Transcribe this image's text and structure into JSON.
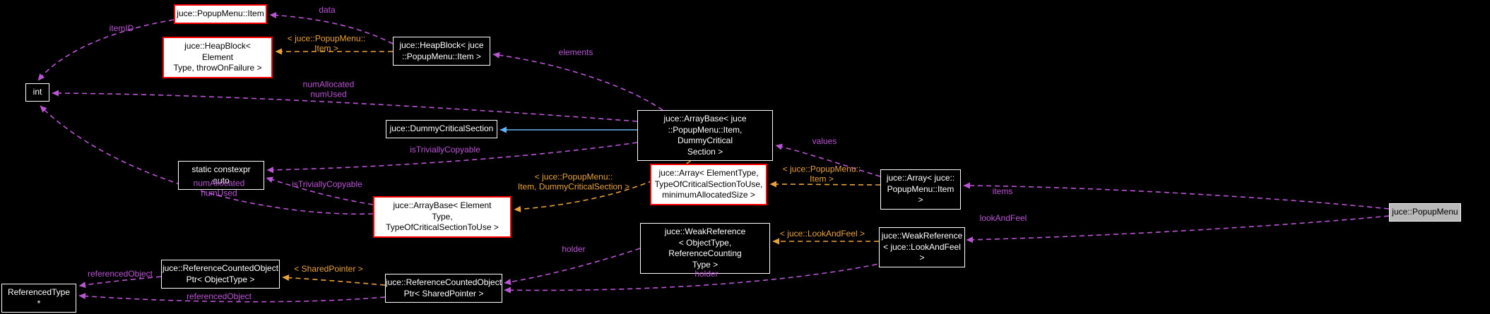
{
  "diagram": {
    "type": "collaboration-graph",
    "colors": {
      "background": "#000000",
      "usage_edge": "#BA55D3",
      "template_edge": "#E8A33D",
      "inheritance_edge": "#63B4F6",
      "node_fill": "#000000",
      "node_text": "#FFFFFF",
      "node_border": "#FFFFFF",
      "truncated_fill": "#FFFFFF",
      "truncated_text": "#000000",
      "truncated_border": "#FF0000",
      "current_fill": "#B9B9B9",
      "current_text": "#000000"
    },
    "nodes": {
      "popupMenuItem": {
        "label": "juce::PopupMenu::Item",
        "style": "truncated"
      },
      "heapBlockTemplate": {
        "label": "juce::HeapBlock< Element\nType, throwOnFailure >",
        "style": "truncated"
      },
      "intNode": {
        "label": "int",
        "style": "normal"
      },
      "heapBlockItem": {
        "label": "juce::HeapBlock< juce\n::PopupMenu::Item >",
        "style": "normal"
      },
      "dummyCriticalSection": {
        "label": "juce::DummyCriticalSection",
        "style": "normal"
      },
      "staticConstexprAuto": {
        "label": "static constexpr auto",
        "style": "normal"
      },
      "arrayBaseTemplate": {
        "label": "juce::ArrayBase< Element\nType, TypeOfCriticalSectionToUse >",
        "style": "truncated"
      },
      "arrayBaseItem": {
        "label": "juce::ArrayBase< juce\n::PopupMenu::Item, DummyCritical\nSection >",
        "style": "normal"
      },
      "arrayTemplate": {
        "label": "juce::Array< ElementType,\nTypeOfCriticalSectionToUse,\nminimumAllocatedSize >",
        "style": "truncated"
      },
      "weakReferenceTemplate": {
        "label": "juce::WeakReference\n< ObjectType, ReferenceCounting\nType >",
        "style": "normal"
      },
      "arrayItem": {
        "label": "juce::Array< juce::\nPopupMenu::Item >",
        "style": "normal"
      },
      "weakReferenceLookAndFeel": {
        "label": "juce::WeakReference\n< juce::LookAndFeel >",
        "style": "normal"
      },
      "popupMenu": {
        "label": "juce::PopupMenu",
        "style": "current"
      },
      "refCountedPtrObjectType": {
        "label": "juce::ReferenceCountedObject\nPtr< ObjectType >",
        "style": "normal"
      },
      "refCountedPtrSharedPointer": {
        "label": "juce::ReferenceCountedObject\nPtr< SharedPointer >",
        "style": "normal"
      },
      "referencedType": {
        "label": "ReferencedType *",
        "style": "normal"
      }
    },
    "edges": [
      {
        "from": "heapBlockItem",
        "to": "popupMenuItem",
        "kind": "usage",
        "label": "data"
      },
      {
        "from": "popupMenuItem",
        "to": "intNode",
        "kind": "usage",
        "label": "itemID"
      },
      {
        "from": "heapBlockItem",
        "to": "heapBlockTemplate",
        "kind": "template",
        "label": "< juce::PopupMenu::\nItem >"
      },
      {
        "from": "arrayBaseItem",
        "to": "heapBlockItem",
        "kind": "usage",
        "label": "elements"
      },
      {
        "from": "arrayBaseItem",
        "to": "intNode",
        "kind": "usage",
        "label": "numAllocated\nnumUsed"
      },
      {
        "from": "arrayBaseItem",
        "to": "dummyCriticalSection",
        "kind": "inheritance",
        "label": ""
      },
      {
        "from": "arrayBaseItem",
        "to": "staticConstexprAuto",
        "kind": "usage",
        "label": "isTriviallyCopyable"
      },
      {
        "from": "arrayItem",
        "to": "arrayBaseItem",
        "kind": "usage",
        "label": "values"
      },
      {
        "from": "arrayItem",
        "to": "arrayTemplate",
        "kind": "template",
        "label": "< juce::PopupMenu::\nItem >"
      },
      {
        "from": "arrayBaseTemplate",
        "to": "staticConstexprAuto",
        "kind": "usage",
        "label": "isTriviallyCopyable"
      },
      {
        "from": "arrayBaseTemplate",
        "to": "intNode",
        "kind": "usage",
        "label": "numAllocated\nnumUsed"
      },
      {
        "from": "arrayBaseItem",
        "to": "arrayBaseTemplate",
        "kind": "template",
        "label": "< juce::PopupMenu::\nItem, DummyCriticalSection >"
      },
      {
        "from": "popupMenu",
        "to": "arrayItem",
        "kind": "usage",
        "label": "items"
      },
      {
        "from": "popupMenu",
        "to": "weakReferenceLookAndFeel",
        "kind": "usage",
        "label": "lookAndFeel"
      },
      {
        "from": "weakReferenceLookAndFeel",
        "to": "weakReferenceTemplate",
        "kind": "template",
        "label": "< juce::LookAndFeel >"
      },
      {
        "from": "weakReferenceTemplate",
        "to": "refCountedPtrSharedPointer",
        "kind": "usage",
        "label": "holder"
      },
      {
        "from": "weakReferenceLookAndFeel",
        "to": "refCountedPtrSharedPointer",
        "kind": "usage",
        "label": "holder"
      },
      {
        "from": "refCountedPtrSharedPointer",
        "to": "refCountedPtrObjectType",
        "kind": "template",
        "label": "< SharedPointer >"
      },
      {
        "from": "refCountedPtrObjectType",
        "to": "referencedType",
        "kind": "usage",
        "label": "referencedObject"
      },
      {
        "from": "refCountedPtrSharedPointer",
        "to": "referencedType",
        "kind": "usage",
        "label": "referencedObject"
      }
    ]
  }
}
